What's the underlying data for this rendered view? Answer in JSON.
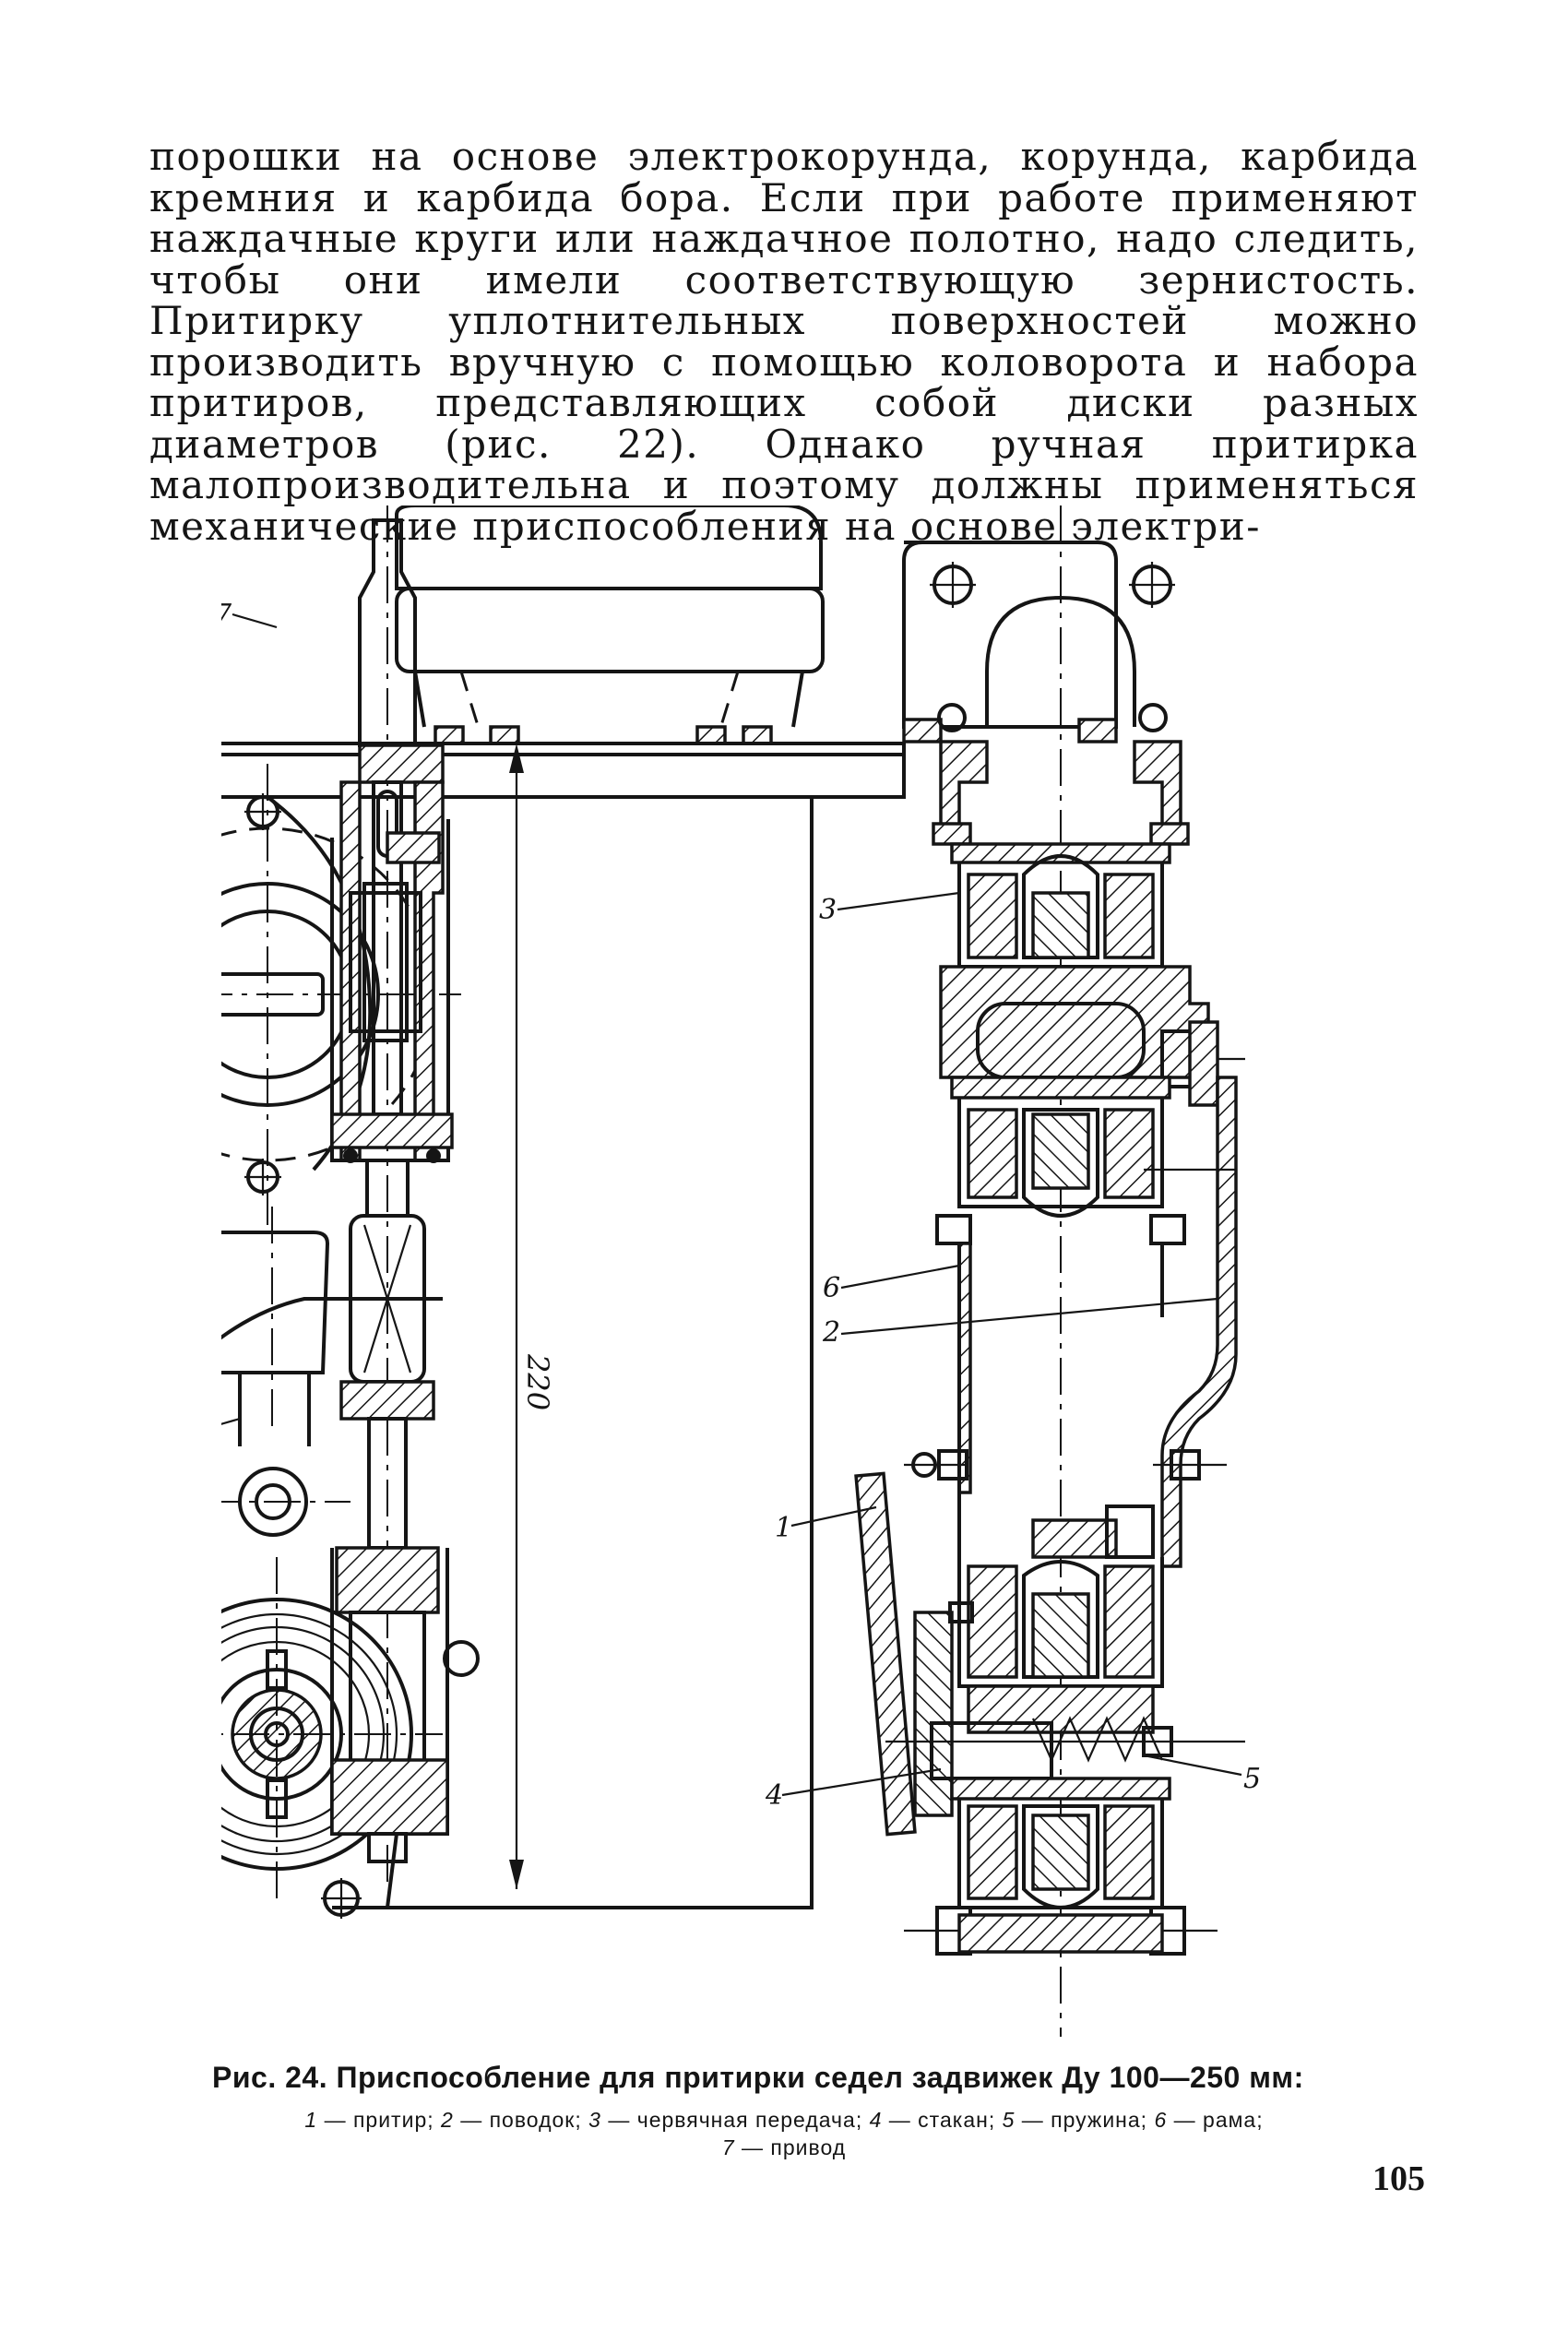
{
  "body_text": "порошки на основе электрокорунда, корунда, карбида кремния и карбида бора. Если при работе применяют наждачные круги или наждачное полотно, надо следить, чтобы они имели соответствующую зернистость. Притирку уплотнительных поверхностей можно производить вручную с помощью коловорота и набора притиров, представляющих собой диски разных диаметров (рис. 22). Однако ручная притирка малопроизводительна и поэтому должны применяться механические приспособления на основе электри-",
  "figure": {
    "dimension_label": "220",
    "part_labels": [
      "1",
      "2",
      "3",
      "4",
      "5",
      "6",
      "7"
    ]
  },
  "caption": {
    "title": "Рис. 24. Приспособление для притирки седел задвижек Ду 100—250 мм:",
    "legend": [
      {
        "num": "1",
        "text": " — притир; "
      },
      {
        "num": "2",
        "text": " — поводок; "
      },
      {
        "num": "3",
        "text": " — червячная передача; "
      },
      {
        "num": "4",
        "text": " — стакан; "
      },
      {
        "num": "5",
        "text": " — пружина; "
      },
      {
        "num": "6",
        "text": " — рама; "
      },
      {
        "num": "7",
        "text": " — привод"
      }
    ]
  },
  "page_number": "105"
}
